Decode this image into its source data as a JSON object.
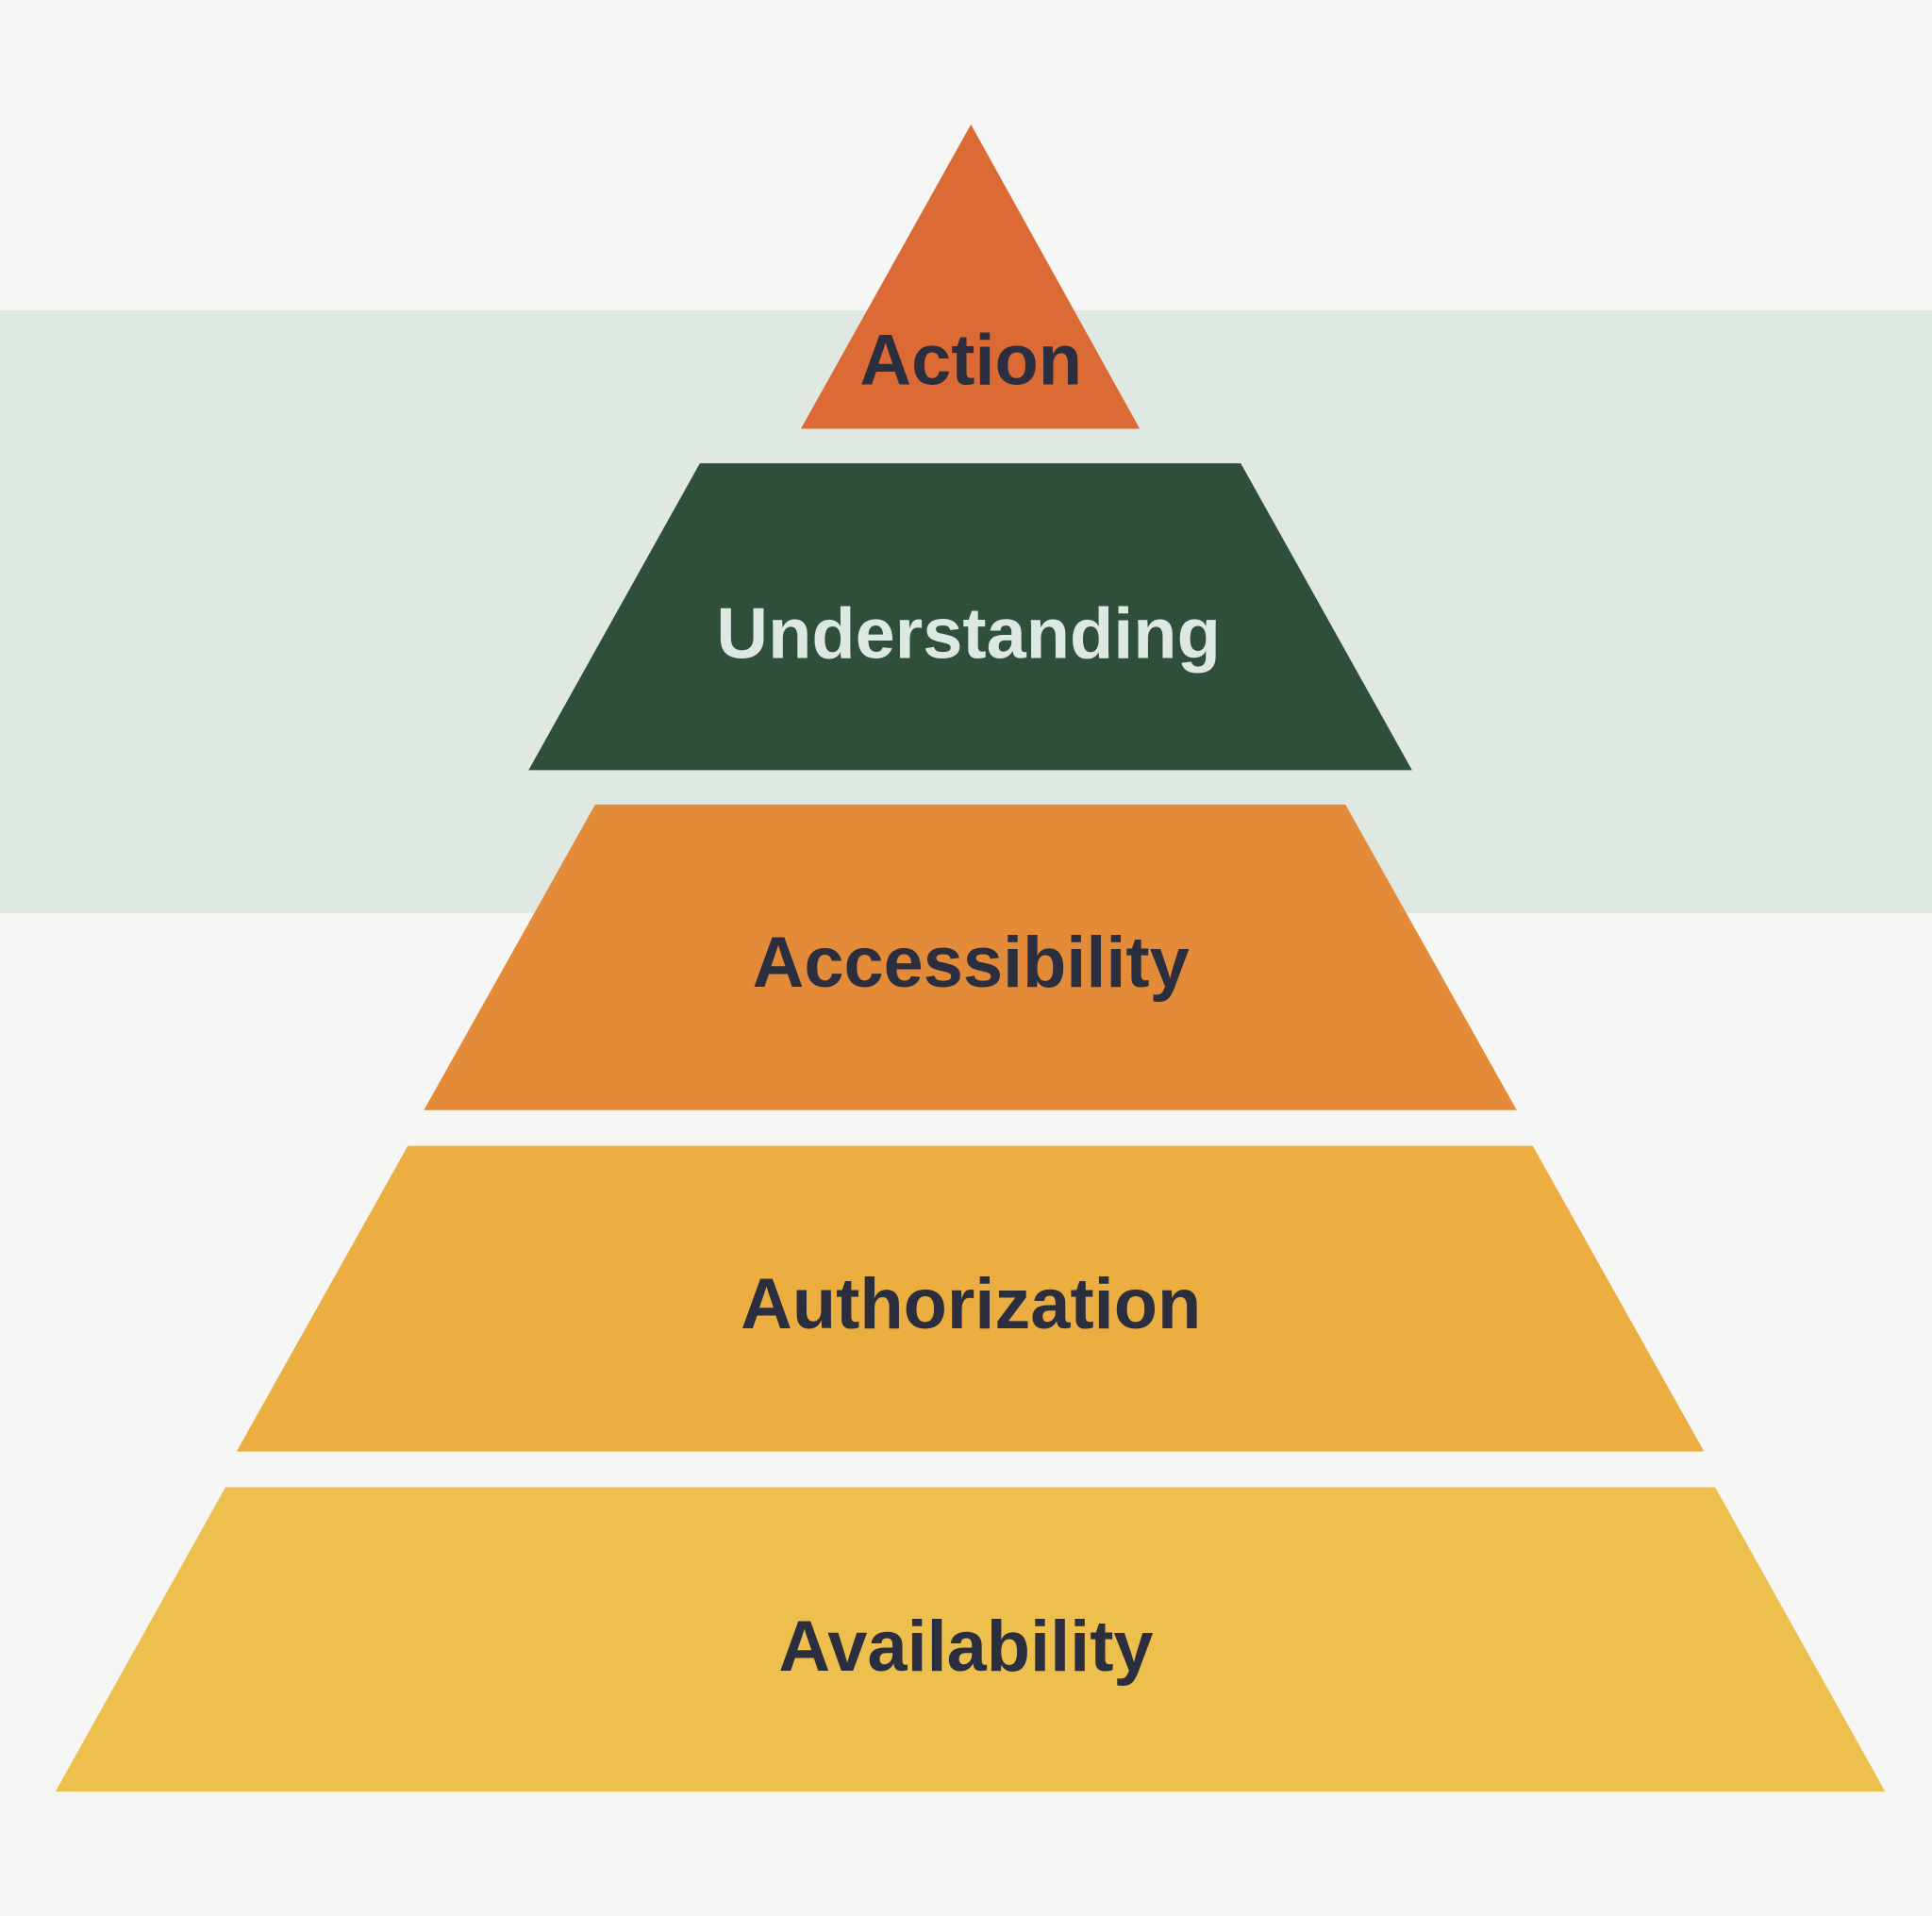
{
  "diagram": {
    "type": "pyramid",
    "colors": {
      "background": "#F6F6F5",
      "band": "#DFE8E1",
      "dark_text": "#2A2E3E",
      "light_text": "#DDE8E2"
    },
    "levels": [
      {
        "label": "Action",
        "color": "#DB6A35"
      },
      {
        "label": "Understanding",
        "color": "#304F3B"
      },
      {
        "label": "Accessibility",
        "color": "#E38B38"
      },
      {
        "label": "Authorization",
        "color": "#EDAE41"
      },
      {
        "label": "Availability",
        "color": "#EDBF4C"
      }
    ]
  }
}
